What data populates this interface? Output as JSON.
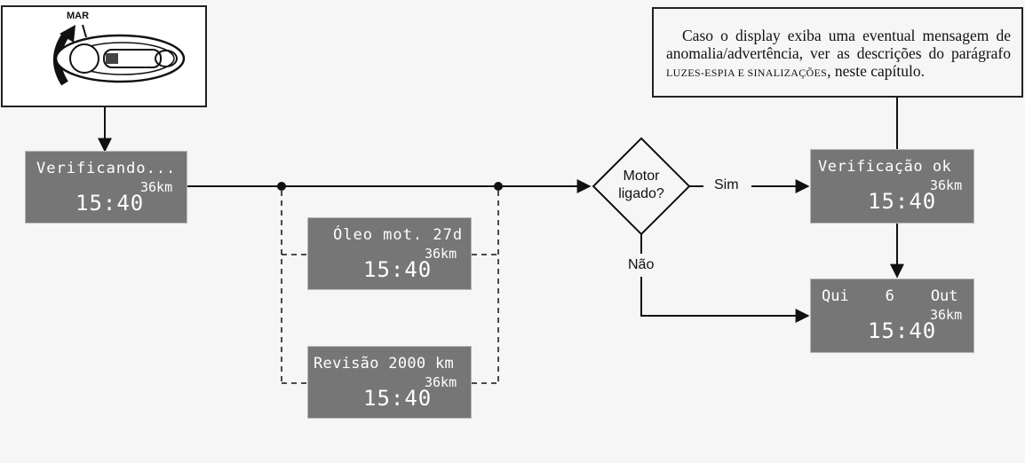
{
  "ignition": {
    "label": "MAR"
  },
  "note": {
    "text_before": "Caso o display exiba uma eventual mensagem de anomalia/advertência, ver as descrições do parágrafo ",
    "text_smallcaps": "LUZES-ESPIA E SINALIZAÇÕES",
    "text_after": ", neste capítulo."
  },
  "panels": {
    "checking": {
      "line1": "Verificando...",
      "km": "36km",
      "time": "15:40"
    },
    "oil": {
      "line1": "Óleo mot. 27d",
      "km": "36km",
      "time": "15:40"
    },
    "service": {
      "line1": "Revisão 2000 km",
      "km": "36km",
      "time": "15:40"
    },
    "check_ok": {
      "line1": "Verificação ok",
      "km": "36km",
      "time": "15:40"
    },
    "date": {
      "line1": "Qui    6    Out",
      "km": "36km",
      "time": "15:40"
    }
  },
  "decision": {
    "line1": "Motor",
    "line2": "ligado?"
  },
  "labels": {
    "yes": "Sim",
    "no": "Não"
  }
}
